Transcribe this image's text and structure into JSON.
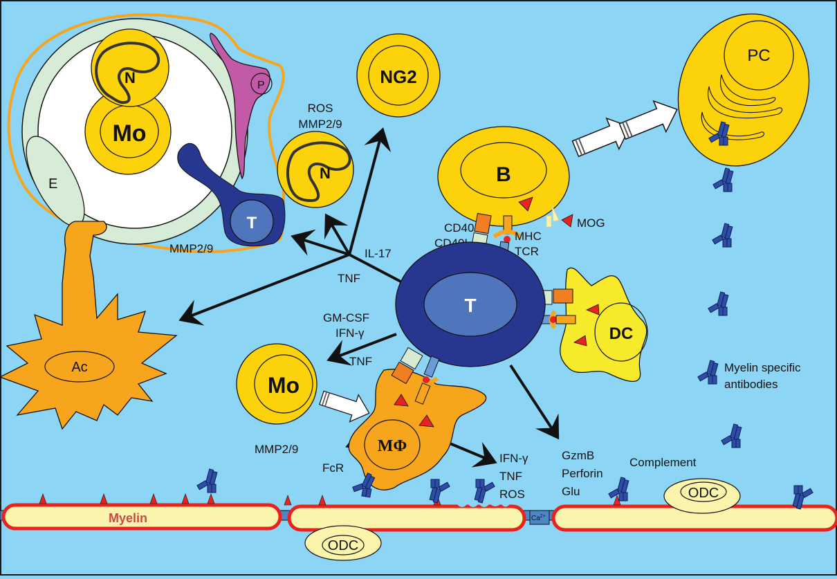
{
  "title": "Immune cell mechanisms of demyelination in the CNS",
  "colors": {
    "background": "#8dd5f5",
    "cell_yellow": "#fcd20a",
    "tcell_outer": "#27368f",
    "tcell_inner": "#4f76bd",
    "astrocyte_orange": "#f8a51e",
    "pericyte_magenta": "#c25aa8",
    "endothelium_green": "#d6ecd6",
    "dc_yellow": "#f6ea2a",
    "myelin_fill": "#fbf4ad",
    "myelin_border": "#e8231f",
    "antigen_red": "#e8231f",
    "antibody_blue": "#2e4ea6",
    "cd40_orange": "#f07f22",
    "cd40l_pale": "#d9ead3",
    "tcr_blue": "#6a9bd6"
  },
  "vessel": {
    "labels": {
      "neutrophil": "N",
      "monocyte": "Mo",
      "endothelium": "E",
      "pericyte": "P",
      "tcell": "T"
    },
    "tcell_secretion": "MMP2/9"
  },
  "cells": {
    "ng2": "NG2",
    "neutrophil": "N",
    "neutrophil_secretions": [
      "ROS",
      "MMP2/9"
    ],
    "bcell": "B",
    "plasma_cell": "PC",
    "tcell": "T",
    "dendritic_cell": "DC",
    "astrocyte": "Ac",
    "monocyte": "Mo",
    "macrophage": "MΦ",
    "odc": "ODC"
  },
  "labels": {
    "il17": "IL-17",
    "tnf_top": "TNF",
    "gm_csf": "GM-CSF",
    "ifn_gamma": "IFN-γ",
    "tnf_mo": "TNF",
    "cd40": "CD40",
    "cd40l": "CD40L",
    "mhc": "MHC",
    "tcr": "TCR",
    "mog": "MOG",
    "mmp_macrophage": "MMP2/9",
    "fcr": "FcR",
    "macrophage_secretions": [
      "IFN-γ",
      "TNF",
      "ROS"
    ],
    "cytotoxic": [
      "GzmB",
      "Perforin",
      "Glu"
    ],
    "complement": "Complement",
    "antibodies": [
      "Myelin specific",
      " antibodies"
    ],
    "myelin": "Myelin",
    "calcium": "Ca",
    "calcium_sup": "2+"
  }
}
